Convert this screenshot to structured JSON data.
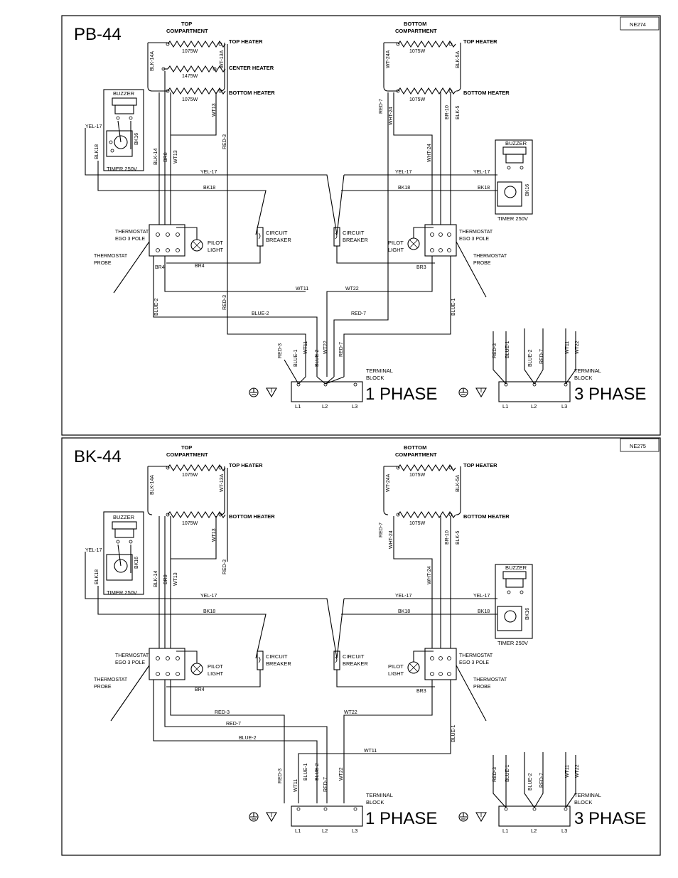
{
  "panels": [
    {
      "model": "PB-44",
      "code": "NE274",
      "top_compartment": "TOP\nCOMPARTMENT",
      "bottom_compartment": "BOTTOM\nCOMPARTMENT",
      "top_heater": "TOP HEATER",
      "center_heater": "CENTER HEATER",
      "bottom_heater": "BOTTOM HEATER",
      "w1075": "1075W",
      "w1475": "1475W",
      "buzzer": "BUZZER",
      "timer": "TIMER 250V",
      "thermostat": "THERMOSTAT",
      "ego": "EGO 3 POLE",
      "probe1": "THERMOSTAT",
      "probe2": "PROBE",
      "pilot1": "PILOT",
      "pilot2": "LIGHT",
      "cb1": "CIRCUIT",
      "cb2": "BREAKER",
      "tb1": "TERMINAL",
      "tb2": "BLOCK",
      "phase1": "1 PHASE",
      "phase3": "3 PHASE",
      "L1": "L1",
      "L2": "L2",
      "L3": "L3",
      "wires": {
        "blk14a": "BLK-14A",
        "wt13a": "WT-13A",
        "wt13": "WT13",
        "red3": "RED-3",
        "wt24a": "WT-24A",
        "blk5a": "BLK-5A",
        "red7": "RED-7",
        "wht24": "WHT-24",
        "br10": "BR-10",
        "blk5": "BLK-5",
        "yel17": "YEL-17",
        "bk16": "BK16",
        "blk18": "BLK18",
        "blk14": "BLK-14",
        "br8": "BR8",
        "bk18": "BK18",
        "br4": "BR4",
        "br3": "BR3",
        "blue2": "BLUE-2",
        "blue1": "BLUE-1",
        "wt11": "WT11",
        "wt22": "WT22"
      }
    },
    {
      "model": "BK-44",
      "code": "NE275",
      "top_compartment": "TOP\nCOMPARTMENT",
      "bottom_compartment": "BOTTOM\nCOMPARTMENT",
      "top_heater": "TOP HEATER",
      "bottom_heater": "BOTTOM HEATER",
      "w1075": "1075W",
      "buzzer": "BUZZER",
      "timer": "TIMER 250V",
      "thermostat": "THERMOSTAT",
      "ego": "EGO 3 POLE",
      "probe1": "THERMOSTAT",
      "probe2": "PROBE",
      "pilot1": "PILOT",
      "pilot2": "LIGHT",
      "cb1": "CIRCUIT",
      "cb2": "BREAKER",
      "tb1": "TERMINAL",
      "tb2": "BLOCK",
      "phase1": "1 PHASE",
      "phase3": "3 PHASE",
      "L1": "L1",
      "L2": "L2",
      "L3": "L3",
      "wires": {
        "blk14a": "BLK-14A",
        "wt13a": "WT-13A",
        "wt13": "WT13",
        "red3": "RED-3",
        "wt24a": "WT-24A",
        "blk5a": "BLK-5A",
        "red7": "RED-7",
        "wht24": "WHT-24",
        "br10": "BR-10",
        "blk5": "BLK-5",
        "yel17": "YEL-17",
        "bk16": "BK16",
        "blk18": "BLK18",
        "blk14": "BLK-14",
        "br8": "BR8",
        "bk18": "BK18",
        "br4": "BR4",
        "br3": "BR3",
        "blue2": "BLUE-2",
        "blue1": "BLUE-1",
        "wt11": "WT11",
        "wt22": "WT22"
      }
    }
  ]
}
